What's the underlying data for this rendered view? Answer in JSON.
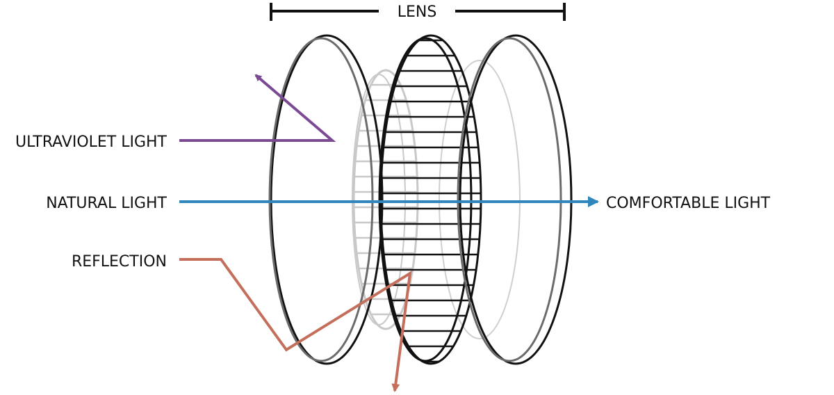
{
  "lens_label": "LENS",
  "labels": {
    "ultraviolet": "ULTRAVIOLET LIGHT",
    "natural": "NATURAL LIGHT",
    "reflection": "REFLECTION",
    "comfortable": "COMFORTABLE LIGHT"
  },
  "colors": {
    "ultraviolet": "#7b4a93",
    "natural": "#2f87bd",
    "reflection": "#c46e5c",
    "outline": "#111111",
    "ghost": "#bdbdbd"
  }
}
